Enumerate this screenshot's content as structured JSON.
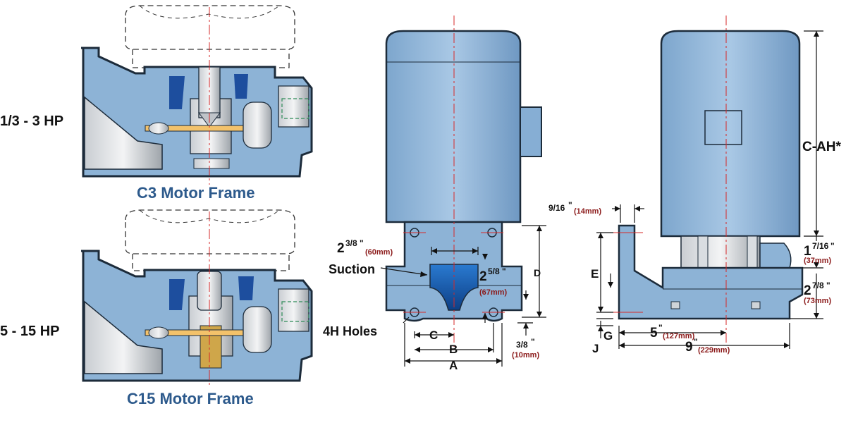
{
  "colors": {
    "pump_body": "#8db3d6",
    "pump_dark": "#2a5fa8",
    "outline": "#1c2b3a",
    "centerline": "#d62828",
    "metric": "#8b1a1a",
    "frame_title": "#2d5a8c"
  },
  "left_panel": {
    "top": {
      "hp_label": "1/3 - 3 HP",
      "frame_label": "C3 Motor Frame"
    },
    "bottom": {
      "hp_label": "5 - 15 HP",
      "frame_label": "C15 Motor Frame"
    }
  },
  "front_view": {
    "suction_label": "Suction",
    "holes_label": "4H Holes",
    "dim_2_3_8": {
      "whole": "2",
      "frac": "3/8",
      "mark": "\"",
      "metric": "(60mm)"
    },
    "dim_2_5_8": {
      "whole": "2",
      "frac": "5/8",
      "mark": "\"",
      "metric": "(67mm)"
    },
    "dim_3_8": {
      "frac": "3/8",
      "mark": "\"",
      "metric": "(10mm)"
    },
    "letter_c": "C",
    "letter_b": "B",
    "letter_a": "A",
    "letter_d": "D"
  },
  "side_view": {
    "height_label": "C-AH*",
    "dim_9_16": {
      "frac": "9/16",
      "mark": "\"",
      "metric": "(14mm)"
    },
    "dim_1_7_16": {
      "whole": "1",
      "frac": "7/16",
      "mark": "\"",
      "metric": "(37mm)"
    },
    "dim_2_7_8": {
      "whole": "2",
      "frac": "7/8",
      "mark": "\"",
      "metric": "(73mm)"
    },
    "dim_5": {
      "whole": "5",
      "mark": "\"",
      "metric": "(127mm)"
    },
    "dim_9": {
      "whole": "9",
      "mark": "\"",
      "metric": "(229mm)"
    },
    "letter_e": "E",
    "letter_g": "G",
    "letter_j": "J"
  }
}
